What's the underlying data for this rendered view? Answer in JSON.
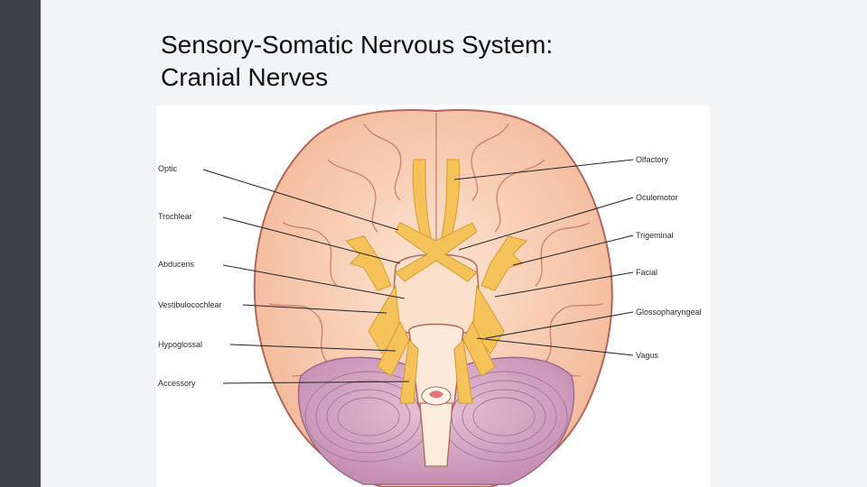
{
  "slide": {
    "title_line1": "Sensory-Somatic Nervous System:",
    "title_line2": "Cranial Nerves"
  },
  "diagram": {
    "labels_left": [
      "Optic",
      "Trochlear",
      "Abducens",
      "Vestibulocochlear",
      "Hypoglossal",
      "Accessory"
    ],
    "labels_right": [
      "Olfactory",
      "Oculomotor",
      "Trigeminal",
      "Facial",
      "Glossopharyngeal",
      "Vagus"
    ]
  },
  "colors": {
    "sidebar": "#3a4149",
    "brain_fill": "#f6c7a4",
    "brain_outline": "#b0675a",
    "nerve": "#f5c35a",
    "cerebellum": "#cc9ab8"
  }
}
